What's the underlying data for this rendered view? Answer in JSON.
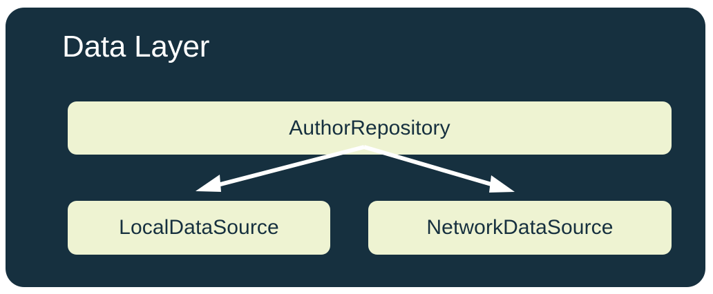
{
  "diagram": {
    "title": "Data Layer",
    "panel_color": "#16303f",
    "node_fill_color": "#eef3d2",
    "node_text_color": "#16303f",
    "title_color": "#ffffff",
    "arrow_color": "#ffffff",
    "nodes": [
      {
        "id": "author-repository",
        "label": "AuthorRepository",
        "level": 0
      },
      {
        "id": "local-data-source",
        "label": "LocalDataSource",
        "level": 1
      },
      {
        "id": "network-data-source",
        "label": "NetworkDataSource",
        "level": 1
      }
    ],
    "edges": [
      {
        "from": "AuthorRepository",
        "to": "LocalDataSource",
        "style": "solid-arrow"
      },
      {
        "from": "AuthorRepository",
        "to": "NetworkDataSource",
        "style": "solid-arrow"
      }
    ]
  }
}
